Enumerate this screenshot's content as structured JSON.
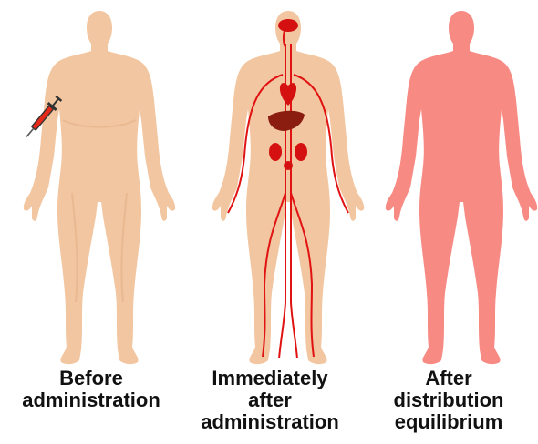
{
  "panels": [
    {
      "caption_lines": [
        "Before",
        "administration"
      ],
      "body_color": "#f2c6a0",
      "body_shade": "#e5b38c"
    },
    {
      "caption_lines": [
        "Immediately",
        "after",
        "administration"
      ],
      "body_color": "#f2c6a0",
      "body_shade": "#e5b38c",
      "vessel_color": "#e01212",
      "organ_color": "#d41010",
      "liver_color": "#8a1c10"
    },
    {
      "caption_lines": [
        "After",
        "distribution",
        "equilibrium"
      ],
      "body_color": "#f88a84",
      "body_shade": "#f07a74"
    }
  ],
  "icons": {
    "syringe": "syringe-icon"
  }
}
